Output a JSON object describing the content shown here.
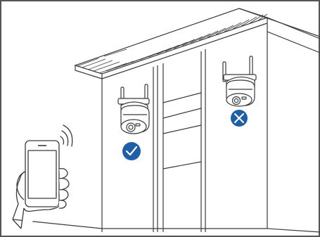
{
  "figure": {
    "subject": "camera-wifi-placement",
    "icons": [
      "house-wall",
      "roof-overhang",
      "security-camera",
      "phone-in-hand",
      "wifi-signal-icon",
      "check-icon",
      "cross-icon"
    ],
    "colors": {
      "line": "#3a3a3a",
      "badge": "#1f5fa8",
      "badge_mark": "#ffffff",
      "frame": "#555555",
      "background": "#ffffff"
    },
    "placements": [
      {
        "name": "under-eave-camera",
        "status": "correct",
        "status_icon": "check-icon"
      },
      {
        "name": "wall-corner-camera",
        "status": "incorrect",
        "status_icon": "cross-icon"
      }
    ]
  }
}
